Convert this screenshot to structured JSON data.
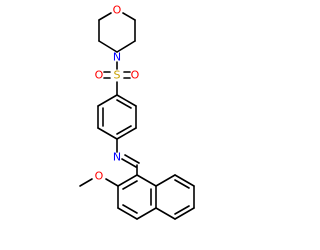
{
  "molecule": {
    "atoms": {
      "morpholine_oxygen": "O",
      "morpholine_nitrogen": "N",
      "sulfur": "S",
      "sulfonyl_oxygen_left": "O",
      "sulfonyl_oxygen_right": "O",
      "imine_nitrogen": "N",
      "methoxy_oxygen": "O"
    },
    "colors": {
      "bond": "#000000",
      "oxygen": "#ff0000",
      "nitrogen": "#0000ff",
      "sulfur": "#c8a000"
    }
  }
}
